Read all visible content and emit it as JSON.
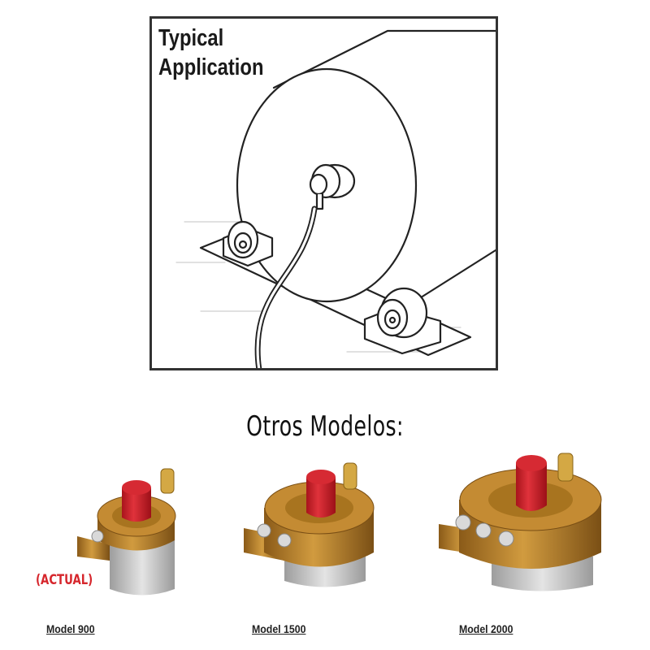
{
  "application": {
    "title_line1": "Typical",
    "title_line2": "Application"
  },
  "section": {
    "heading": "Otros Modelos:"
  },
  "models": [
    {
      "label": "Model 900",
      "badge": "(ACTUAL)"
    },
    {
      "label": "Model 1500"
    },
    {
      "label": "Model 2000"
    }
  ],
  "colors": {
    "bronze": "#b9802a",
    "bronze_dark": "#7a4f15",
    "cap_red": "#d1202b",
    "steel": "#c9c9c9",
    "badge_red": "#d6262c"
  }
}
